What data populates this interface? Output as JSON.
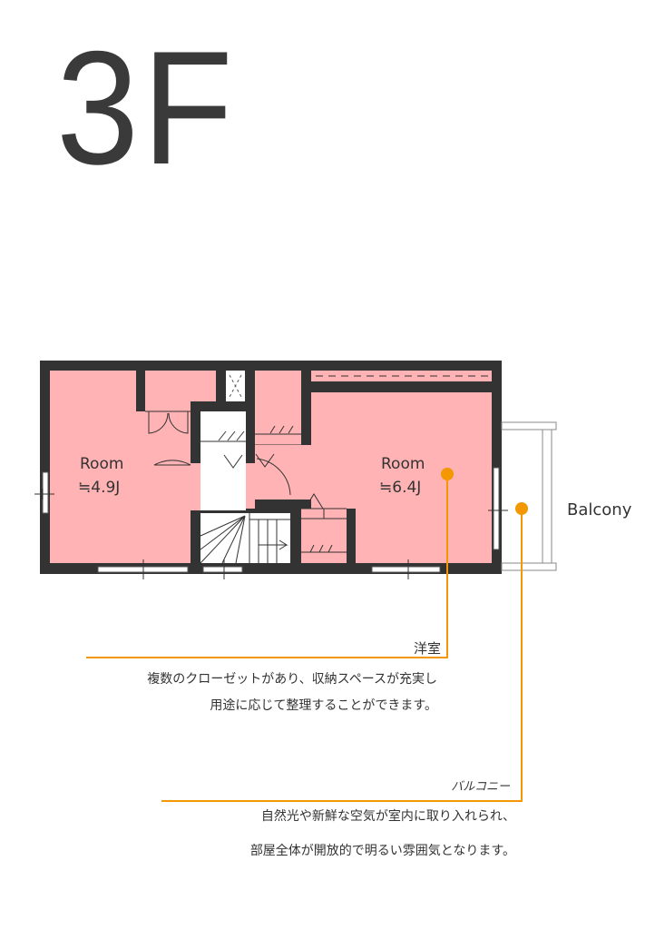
{
  "floor_label": "3F",
  "rooms": [
    {
      "name": "Room",
      "size": "≒4.9J"
    },
    {
      "name": "Room",
      "size": "≒6.4J"
    }
  ],
  "balcony_label": "Balcony",
  "callouts": [
    {
      "title": "洋室",
      "lines": [
        "複数のクローゼットがあり、収納スペースが充実し",
        "用途に応じて整理することができます。"
      ]
    },
    {
      "title": "バルコニー",
      "lines": [
        "自然光や新鮮な空気が室内に取り入れられ、",
        "部屋全体が開放的で明るい雰囲気となります。"
      ]
    }
  ],
  "colors": {
    "wall": "#333333",
    "room": "#FFB3B5",
    "accent": "#F39800"
  }
}
